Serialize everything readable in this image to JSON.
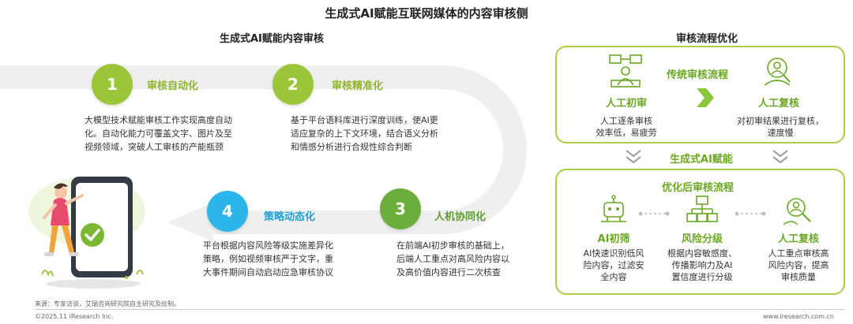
{
  "header": {
    "title": "生成式AI赋能互联网媒体的内容审核侧"
  },
  "left": {
    "title": "生成式AI赋能内容审核",
    "steps": [
      {
        "num": "1",
        "label": "审核自动化",
        "desc": [
          "大模型技术赋能审核工作实现高度自动",
          "化。自动化能力可覆盖文字、图片及至",
          "视频领域，突破人工审核的产能瓶颈"
        ]
      },
      {
        "num": "2",
        "label": "审核精准化",
        "desc": [
          "基于平台语料库进行深度训练，使AI更",
          "适应复杂的上下文环境，结合语义分析",
          "和情感分析进行合规性综合判断"
        ]
      },
      {
        "num": "3",
        "label": "人机协同化",
        "desc": [
          "在前端AI初步审核的基础上，",
          "后端人工重点对高风险内容以",
          "及高价值内容进行二次核查"
        ]
      },
      {
        "num": "4",
        "label": "策略动态化",
        "desc": [
          "平台根据内容风险等级实施差异化",
          "策略，例如视频审核严于文字，重",
          "大事件期间自动启动应急审核协议"
        ]
      }
    ]
  },
  "right": {
    "title": "审核流程优化",
    "traditional": {
      "label": "传统审核流程",
      "nodes": [
        {
          "title": "人工初审",
          "desc": [
            "人工逐条审核",
            "效率低，易疲劳"
          ]
        },
        {
          "title": "人工复核",
          "desc": [
            "对初审结果进行复核，",
            "速度慢"
          ]
        }
      ]
    },
    "middle_label": "生成式AI赋能",
    "optimized": {
      "label": "优化后审核流程",
      "nodes": [
        {
          "title": "AI初筛",
          "desc": [
            "AI快速识别低风",
            "险内容，过滤安",
            "全内容"
          ]
        },
        {
          "title": "风险分级",
          "desc": [
            "根据内容敏感度、",
            "传播影响力及AI",
            "置信度进行分级"
          ]
        },
        {
          "title": "人工复核",
          "desc": [
            "人工重点审核高",
            "风险内容，提高",
            "审核质量"
          ]
        }
      ]
    }
  },
  "footer": {
    "source": "来源：专家访谈，艾瑞咨询研究院自主研究及绘制。",
    "copyright": "©2025.11 iResearch Inc.",
    "website": "www.iresearch.com.cn"
  },
  "colors": {
    "lime": "#9cc63a",
    "cyan": "#2bb5e8",
    "green": "#6cae3b",
    "label_green": "#6aa823"
  }
}
